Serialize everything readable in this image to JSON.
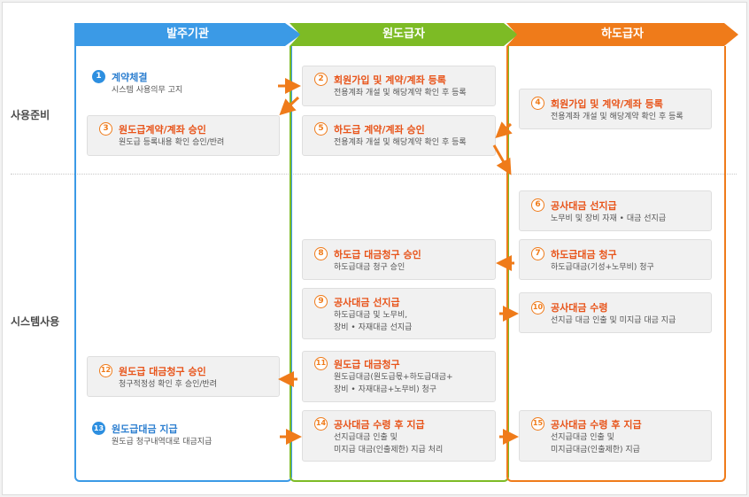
{
  "headers": {
    "blue": "발주기관",
    "green": "원도급자",
    "orange": "하도급자"
  },
  "rows": {
    "prep": "사용준비",
    "use": "시스템사용"
  },
  "steps": [
    {
      "num": "1",
      "title": "계약체결",
      "desc": [
        "시스템 사용의무 고지"
      ]
    },
    {
      "num": "2",
      "title": "회원가입 및 계약/계좌 등록",
      "desc": [
        "전용계좌 개설 및 해당계약 확인 후 등록"
      ]
    },
    {
      "num": "3",
      "title": "원도급계약/계좌 승인",
      "desc": [
        "원도급 등록내용 확인 승인/반려"
      ]
    },
    {
      "num": "4",
      "title": "회원가입 및 계약/계좌 등록",
      "desc": [
        "전용계좌 개설 및 해당계약 확인 후 등록"
      ]
    },
    {
      "num": "5",
      "title": "하도급 계약/계좌 승인",
      "desc": [
        "전용계좌 개설 및 해당계약 확인 후 등록"
      ]
    },
    {
      "num": "6",
      "title": "공사대금 선지급",
      "desc": [
        "노무비 및 장비 자재 • 대금 선지급"
      ]
    },
    {
      "num": "7",
      "title": "하도급대금 청구",
      "desc": [
        "하도급대금(기성+노무비)  청구"
      ]
    },
    {
      "num": "8",
      "title": "하도급 대금청구 승인",
      "desc": [
        "하도급대금 청구 승인"
      ]
    },
    {
      "num": "9",
      "title": "공사대금 선지급",
      "desc": [
        "하도급대금 및 노무비,",
        "장비 • 자재대금 선지급"
      ]
    },
    {
      "num": "10",
      "title": "공사대금 수령",
      "desc": [
        "선지급 대금 인출 및 미지급 대금 지급"
      ]
    },
    {
      "num": "11",
      "title": "원도급 대금청구",
      "desc": [
        "원도급대금(원도급몫+하도급대금+",
        "장비 • 자재대금+노무비) 청구"
      ]
    },
    {
      "num": "12",
      "title": "원도급 대금청구 승인",
      "desc": [
        "청구적정성 확인 후 승인/반려"
      ]
    },
    {
      "num": "13",
      "title": "원도급대금 지급",
      "desc": [
        "원도급 청구내역대로 대금지급"
      ]
    },
    {
      "num": "14",
      "title": "공사대금 수령 후 지급",
      "desc": [
        "선지급대금 인출 및",
        "미지급 대금(인출제한) 지급 처리"
      ]
    },
    {
      "num": "15",
      "title": "공사대금 수령 후 지급",
      "desc": [
        "선지급대금 인출 및",
        "미지급대금(인출제한) 지급"
      ]
    }
  ],
  "colors": {
    "blue": "#3b9ae6",
    "green": "#7dbb25",
    "orange": "#ef7b1a",
    "step_title": "#e8541a",
    "arrow": "#ef7b1a"
  }
}
